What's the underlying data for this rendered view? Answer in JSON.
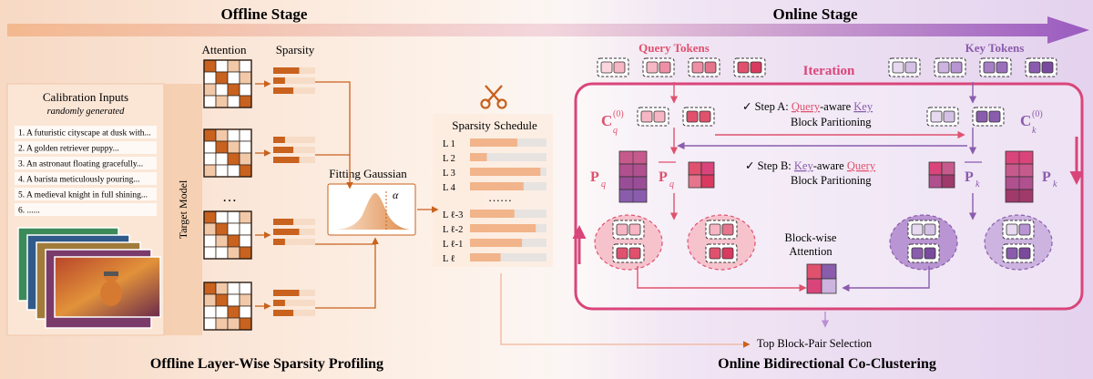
{
  "header": {
    "offline_stage": "Offline Stage",
    "online_stage": "Online Stage"
  },
  "offline": {
    "calibration_title": "Calibration Inputs",
    "calibration_subtitle": "randomly generated",
    "prompts": [
      "1. A futuristic cityscape at dusk with...",
      "2. A golden retriever puppy...",
      "3. An astronaut floating gracefully...",
      "4. A barista meticulously pouring...",
      "5. A medieval knight in full shining...",
      "6. ......"
    ],
    "target_model": "Target Model",
    "attention_label": "Attention",
    "sparsity_label": "Sparsity",
    "ellipsis": "…",
    "fitting_gaussian": "Fitting Gaussian",
    "alpha": "α",
    "sparsity_schedule": "Sparsity Schedule",
    "schedule_layers": [
      {
        "label": "L 1",
        "fill": 0.62
      },
      {
        "label": "L 2",
        "fill": 0.22
      },
      {
        "label": "L 3",
        "fill": 0.92
      },
      {
        "label": "L 4",
        "fill": 0.7
      },
      {
        "label": "L ℓ-3",
        "fill": 0.58
      },
      {
        "label": "L ℓ-2",
        "fill": 0.86
      },
      {
        "label": "L ℓ-1",
        "fill": 0.68
      },
      {
        "label": "L ℓ",
        "fill": 0.4
      }
    ],
    "schedule_dots": "……",
    "bottom_caption": "Offline Layer-Wise Sparsity Profiling"
  },
  "online": {
    "query_tokens": "Query Tokens",
    "key_tokens": "Key Tokens",
    "iteration": "Iteration",
    "cq0": "C",
    "cq0_sub": "q",
    "cq0_sup": "(0)",
    "ck0": "C",
    "ck0_sub": "k",
    "ck0_sup": "(0)",
    "step_a_prefix": "✓  Step A: ",
    "step_a_query": "Query",
    "step_a_mid": "-aware  ",
    "step_a_key": "Key",
    "step_a_line2": "Block Paritioning",
    "step_b_prefix": "✓  Step B: ",
    "step_b_key": "Key",
    "step_b_mid": "-aware  ",
    "step_b_query": "Query",
    "step_b_line2": "Block Paritioning",
    "pq": "P",
    "pq_sub": "q",
    "pq_bar": "P",
    "pq_bar_sub": "q",
    "pk": "P",
    "pk_sub": "k",
    "pk_bar": "P",
    "pk_bar_sub": "k",
    "block_wise_attention_1": "Block-wise",
    "block_wise_attention_2": "Attention",
    "top_block_pair": "Top Block-Pair Selection",
    "bottom_caption": "Online Bidirectional Co-Clustering"
  },
  "colors": {
    "orange_dark": "#c8621e",
    "orange_light": "#f2c9a8",
    "pink": "#e0516e",
    "pink_light": "#f6b6c3",
    "purple": "#8a5cad",
    "purple_light": "#cdb3e0",
    "magenta": "#d9457a"
  }
}
